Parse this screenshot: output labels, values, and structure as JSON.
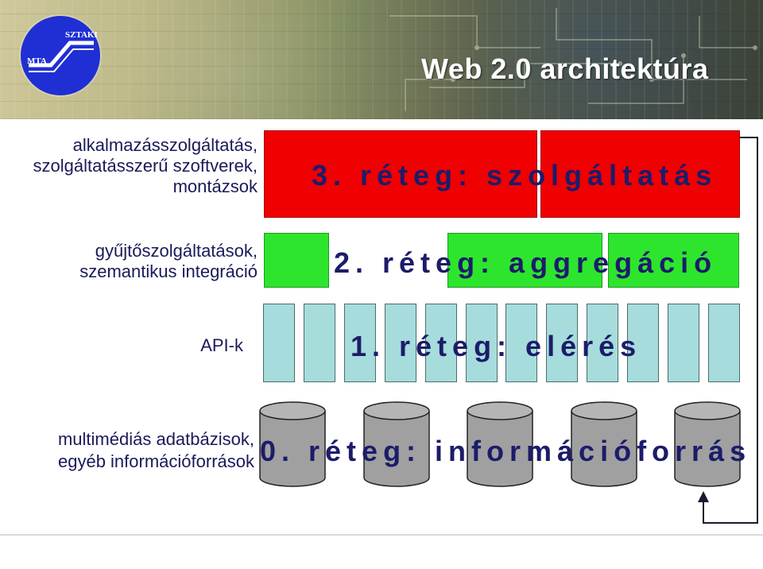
{
  "header": {
    "title": "Web 2.0 architektúra",
    "logo": {
      "text_left": "MTA",
      "text_right": "SZTAKI",
      "color": "#1f2fd4"
    }
  },
  "left_labels": {
    "application": [
      "alkalmazásszolgáltatás,",
      "szolgáltatásszerű szoftverek,",
      "montázsok"
    ],
    "collection": [
      "gyűjtőszolgáltatások,",
      "szemantikus integráció"
    ],
    "api": "API-k",
    "multimedia": [
      "multimédiás adatbázisok,",
      "egyéb információforrások"
    ]
  },
  "layers": {
    "layer3": {
      "text": "3. réteg: szolgáltatás",
      "color": "#f00000"
    },
    "layer2": {
      "text": "2. réteg: aggregáció",
      "color": "#2ee52e"
    },
    "layer1": {
      "text": "1. réteg: elérés",
      "color": "#a6dcdc",
      "box_count": 12
    },
    "layer0": {
      "text": "0. réteg: információforrás",
      "color": "#a0a0a0",
      "cylinder_count": 5
    }
  },
  "colors": {
    "text": "#1c1c6a",
    "arrow": "#1a1a2e"
  }
}
